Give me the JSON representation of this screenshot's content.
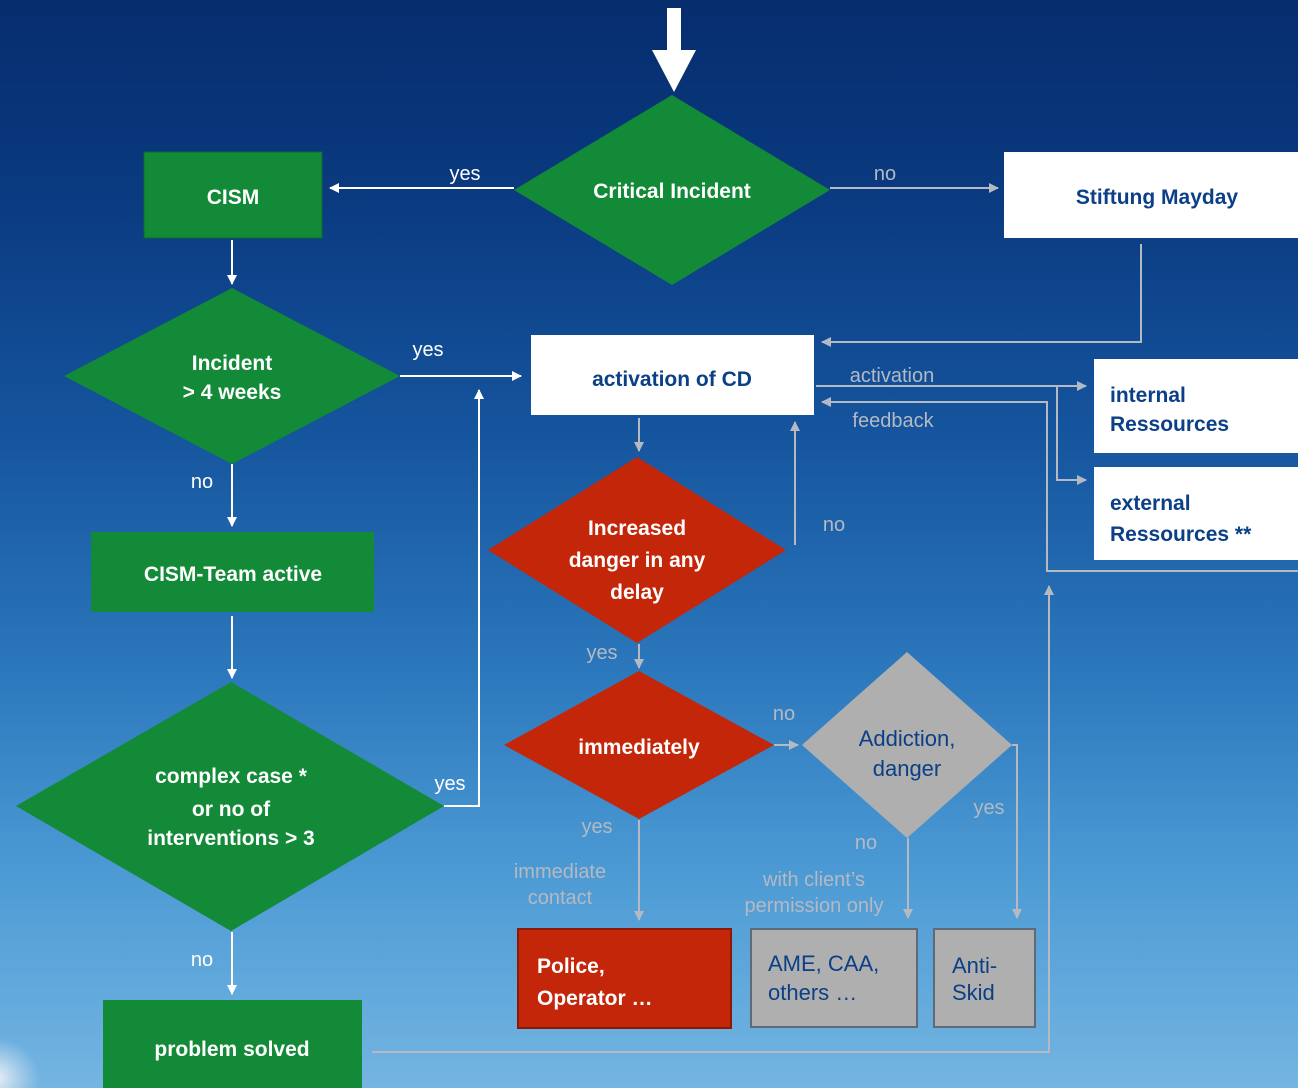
{
  "nodes": {
    "critical_incident": "Critical Incident",
    "cism": "CISM",
    "stiftung_mayday": "Stiftung Mayday",
    "incident_4_weeks": [
      "Incident",
      "> 4 weeks"
    ],
    "activation_cd": "activation of CD",
    "internal_resources": [
      "internal",
      "Ressources"
    ],
    "external_resources": [
      "external",
      "Ressources **"
    ],
    "cism_team_active": "CISM-Team active",
    "increased_danger": [
      "Increased",
      "danger in any",
      "delay"
    ],
    "complex_case": [
      "complex case *",
      "or no of",
      "interventions  > 3"
    ],
    "immediately": "immediately",
    "addiction_danger": [
      "Addiction,",
      "danger"
    ],
    "police_operator": [
      "Police,",
      "Operator …"
    ],
    "ame_caa": [
      "AME, CAA,",
      "others …"
    ],
    "anti_skid": [
      "Anti-",
      "Skid"
    ],
    "problem_solved": "problem solved"
  },
  "edge_labels": {
    "ci_yes": "yes",
    "ci_no": "no",
    "incident_yes": "yes",
    "incident_no": "no",
    "activation": "activation",
    "feedback": "feedback",
    "danger_no": "no",
    "danger_yes": "yes",
    "complex_yes": "yes",
    "complex_no": "no",
    "immediately_no": "no",
    "immediately_yes": "yes",
    "immediate_contact": [
      "immediate",
      "contact"
    ],
    "addiction_no": "no",
    "addiction_yes": "yes",
    "with_permission": [
      "with client’s",
      "permission only"
    ]
  },
  "colors": {
    "green": "#138a37",
    "red": "#c4260a",
    "gray": "#b0b0b0",
    "white_box": "#ffffff",
    "navy_text": "#0b3f86",
    "line_white": "#ffffff",
    "line_gray": "#b4b9c2"
  }
}
